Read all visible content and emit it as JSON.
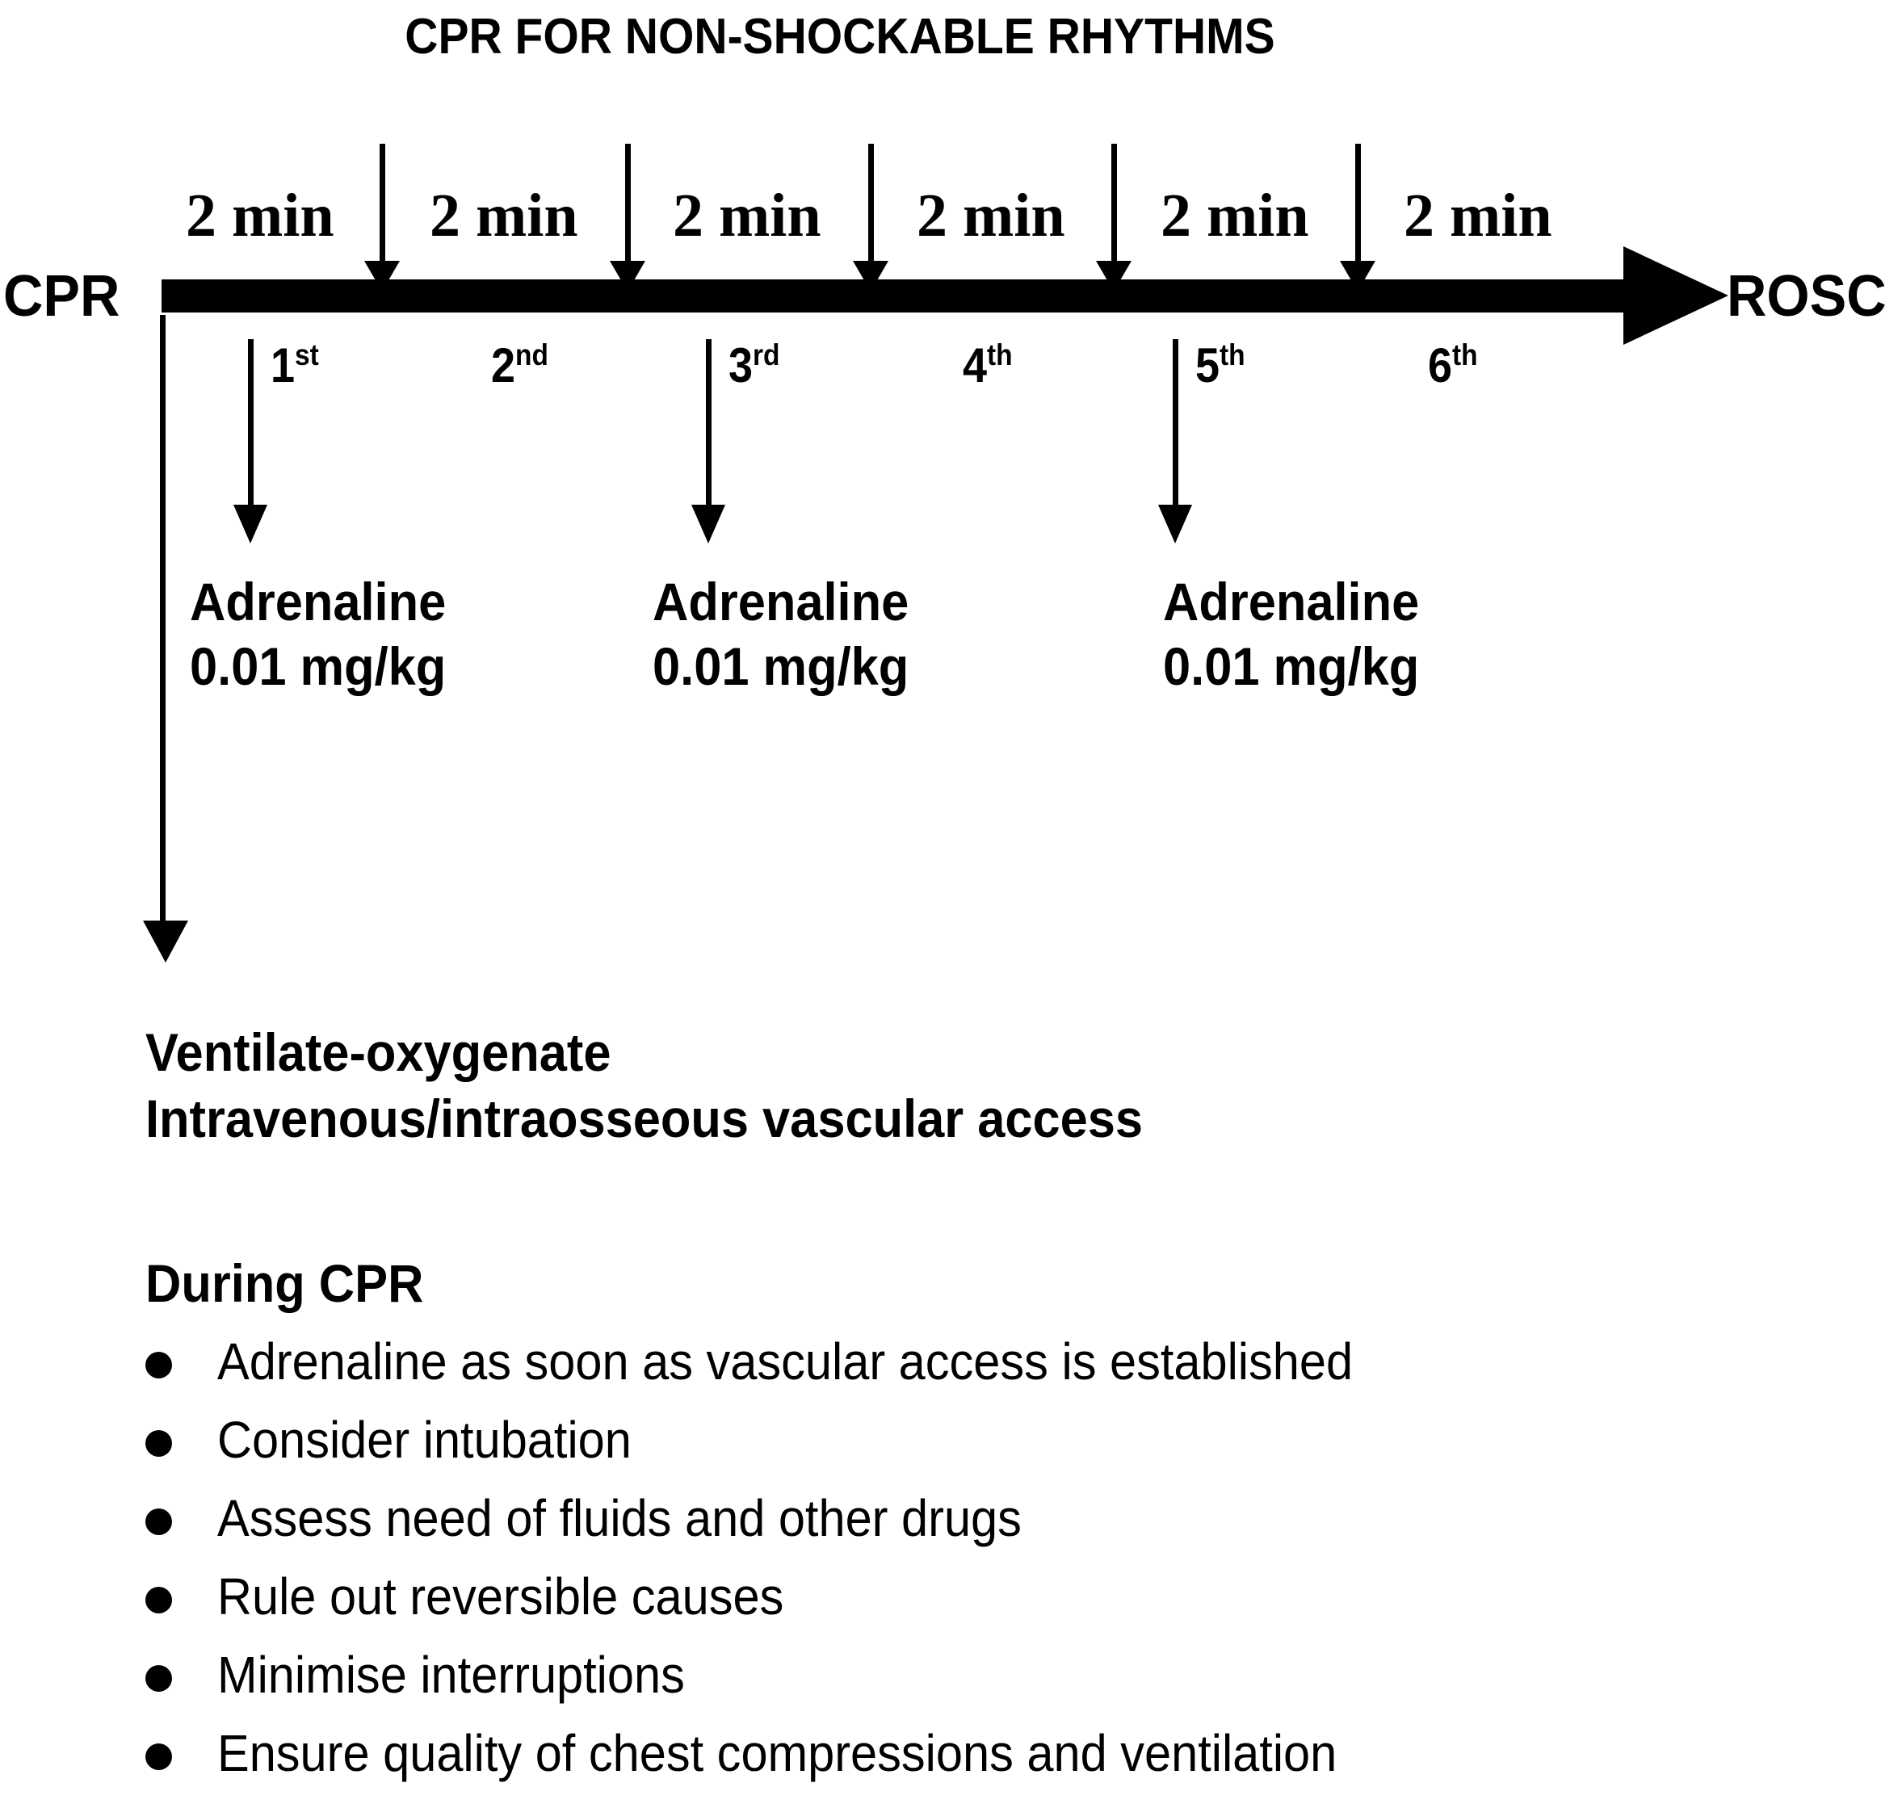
{
  "title": "CPR FOR NON-SHOCKABLE RHYTHMS",
  "timeline": {
    "start_label": "CPR",
    "end_label": "ROSC",
    "cycle_duration_label": "2 min",
    "cycle_count": 6,
    "cycle_durations": [
      "2 min",
      "2 min",
      "2 min",
      "2 min",
      "2 min",
      "2 min"
    ],
    "ordinals": [
      {
        "number": "1",
        "suffix": "st"
      },
      {
        "number": "2",
        "suffix": "nd"
      },
      {
        "number": "3",
        "suffix": "rd"
      },
      {
        "number": "4",
        "suffix": "th"
      },
      {
        "number": "5",
        "suffix": "th"
      },
      {
        "number": "6",
        "suffix": "th"
      }
    ]
  },
  "adrenaline_doses": [
    {
      "drug": "Adrenaline",
      "dose": "0.01 mg/kg",
      "after_cycle": "1st"
    },
    {
      "drug": "Adrenaline",
      "dose": "0.01 mg/kg",
      "after_cycle": "3rd"
    },
    {
      "drug": "Adrenaline",
      "dose": "0.01 mg/kg",
      "after_cycle": "5th"
    }
  ],
  "access": {
    "line1": "Ventilate-oxygenate",
    "line2": "Intravenous/intraosseous vascular access"
  },
  "during_cpr": {
    "heading": "During CPR",
    "items": [
      "Adrenaline as soon as vascular access is established",
      "Consider intubation",
      "Assess need of fluids and other drugs",
      "Rule out reversible causes",
      "Minimise interruptions",
      "Ensure quality of chest compressions and ventilation"
    ]
  },
  "colors": {
    "ink": "#000000",
    "background": "#ffffff"
  }
}
